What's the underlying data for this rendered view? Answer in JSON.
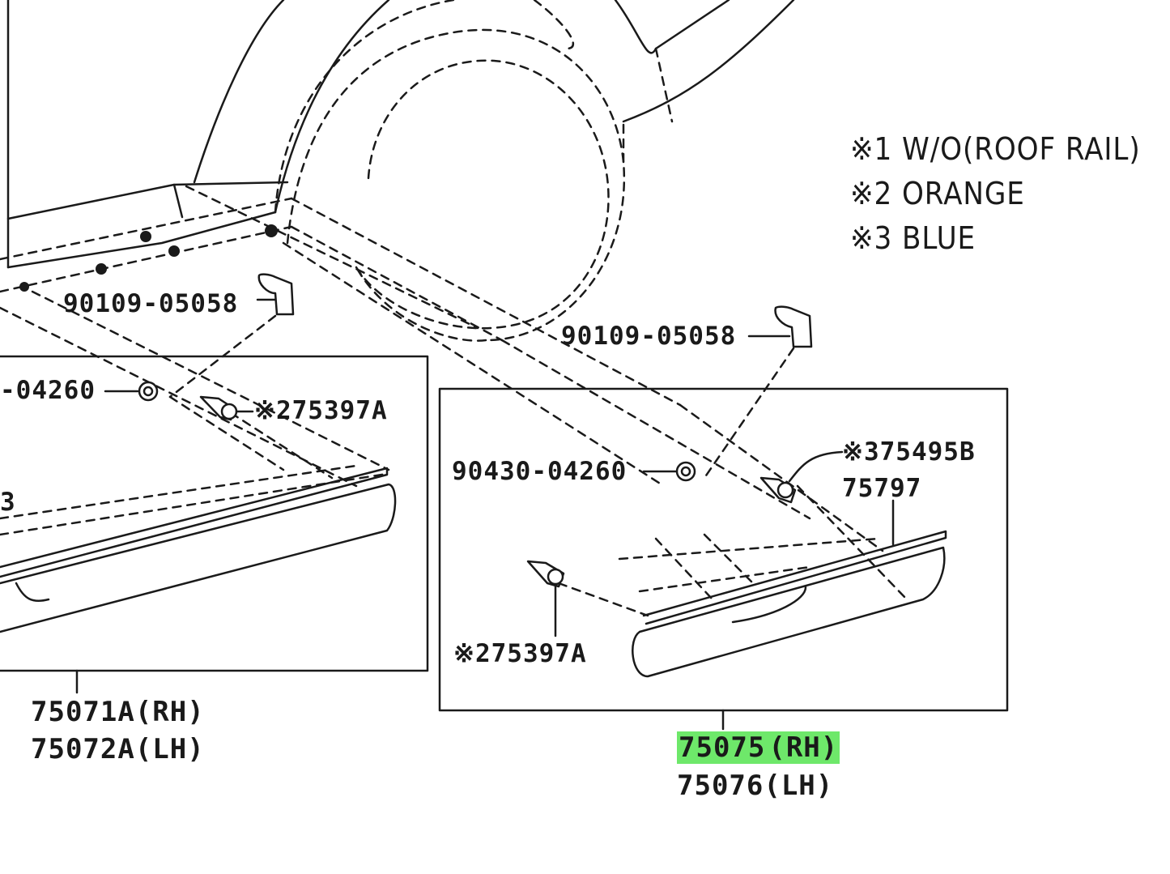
{
  "legend": {
    "note1": "※1 W/O(ROOF RAIL)",
    "note2": "※2 ORANGE",
    "note3": "※3 BLUE"
  },
  "labels": {
    "screw_left": "90109-05058",
    "screw_right": "90109-05058",
    "nut_left": "-04260",
    "clip_left": "※275397A",
    "nut_right": "90430-04260",
    "clip_right_top": "※375495B",
    "part_75797": "75797",
    "clip_right_bottom": "※275397A",
    "stray_3": "3",
    "left_rh": "75071A(RH)",
    "left_lh": "75072A(LH)",
    "right_rh_num": "75075",
    "right_rh_rest": "(RH)",
    "right_lh": "75076(LH)"
  },
  "colors": {
    "line": "#1a1a1a",
    "highlight": "#6ee86a",
    "background": "#ffffff"
  }
}
